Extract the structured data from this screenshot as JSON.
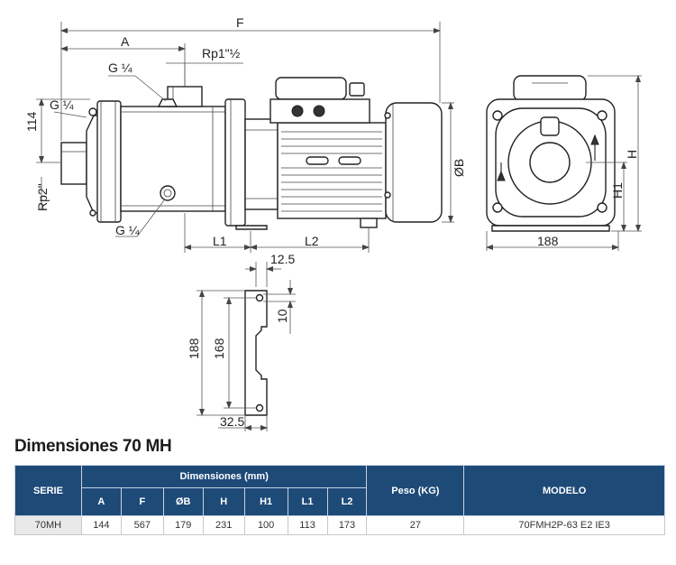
{
  "drawing": {
    "labels": {
      "F": "F",
      "A": "A",
      "rp1": "Rp1\"½",
      "g14_top": "G ¼",
      "g14_left": "G ¼",
      "g14_bottom": "G ¼",
      "d114": "114",
      "rp2": "Rp2\"",
      "ob": "ØB",
      "l1": "L1",
      "l2": "L2",
      "d12_5": "12.5",
      "d10": "10",
      "d188_v": "188",
      "d168": "168",
      "d32_5": "32.5",
      "d188_h": "188",
      "H": "H",
      "H1": "H1"
    }
  },
  "section": {
    "title": "Dimensiones 70 MH"
  },
  "table": {
    "serie_header": "SERIE",
    "dims_header": "Dimensiones (mm)",
    "peso_header": "Peso (KG)",
    "modelo_header": "MODELO",
    "columns": [
      "A",
      "F",
      "ØB",
      "H",
      "H1",
      "L1",
      "L2"
    ],
    "row": {
      "serie": "70MH",
      "values": [
        "144",
        "567",
        "179",
        "231",
        "100",
        "113",
        "173"
      ],
      "peso": "27",
      "modelo": "70FMH2P-63 E2 IE3"
    }
  },
  "colors": {
    "header_bg": "#1e4a78",
    "header_text": "#ffffff",
    "serie_cell_bg": "#e9e9e9"
  }
}
